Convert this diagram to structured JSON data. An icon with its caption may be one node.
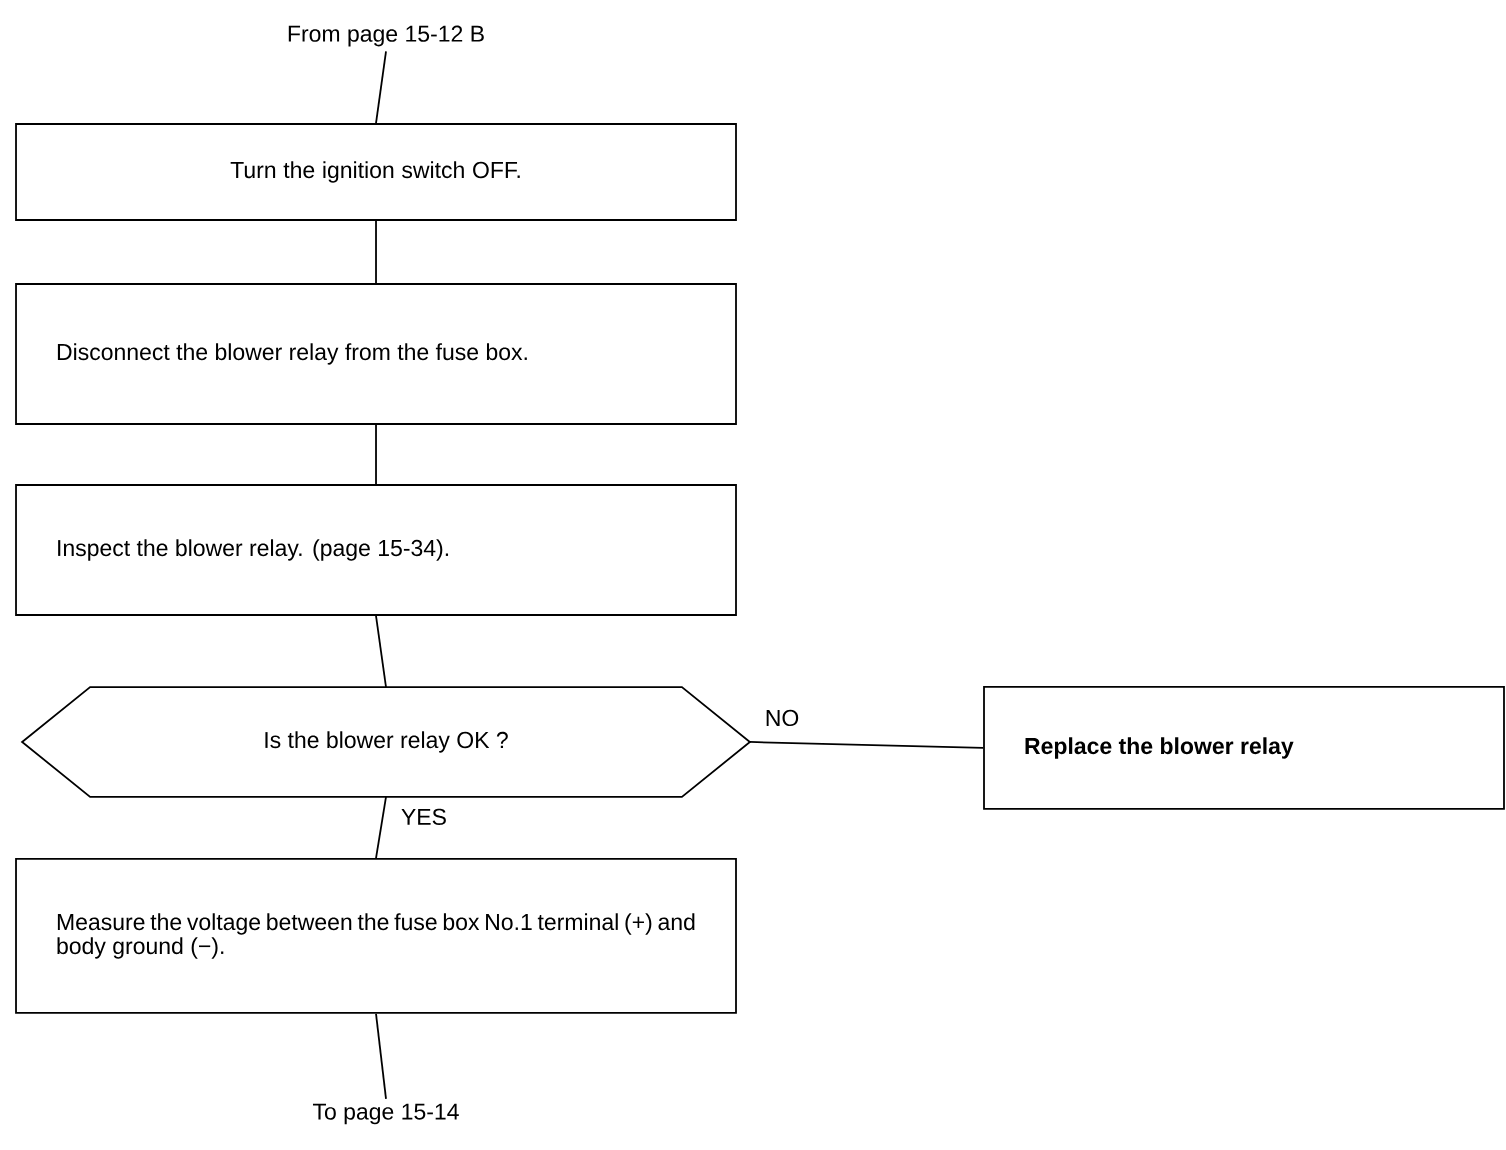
{
  "diagram": {
    "nodes": [
      {
        "text": [
          "From page 15-12 B"
        ]
      },
      {
        "text": [
          "Turn the ignition switch OFF."
        ]
      },
      {
        "text": [
          "Disconnect the blower relay from the fuse box."
        ]
      },
      {
        "text": [
          "Inspect the blower relay. (page 15-34)."
        ]
      },
      {
        "text": [
          "Is the blower relay OK ?"
        ]
      },
      {
        "text": [
          "Measure the voltage between the fuse box No.1 terminal (+) and body ground (−)."
        ]
      },
      {
        "text": [
          "To page 15-14"
        ]
      },
      {
        "text": [
          "Replace the blower relay"
        ]
      }
    ],
    "edges": [
      {
        "from": 0,
        "to": 1,
        "arrow": "none"
      },
      {
        "from": 1,
        "to": 2,
        "arrow": "none"
      },
      {
        "from": 2,
        "to": 3,
        "arrow": "none"
      },
      {
        "from": 3,
        "to": 4,
        "arrow": "none"
      },
      {
        "from": 4,
        "to": 5,
        "arrow": "none",
        "label": "YES"
      },
      {
        "from": 5,
        "to": 6,
        "arrow": "none"
      },
      {
        "from": 4,
        "to": 7,
        "arrow": "none",
        "label": "NO"
      }
    ]
  }
}
